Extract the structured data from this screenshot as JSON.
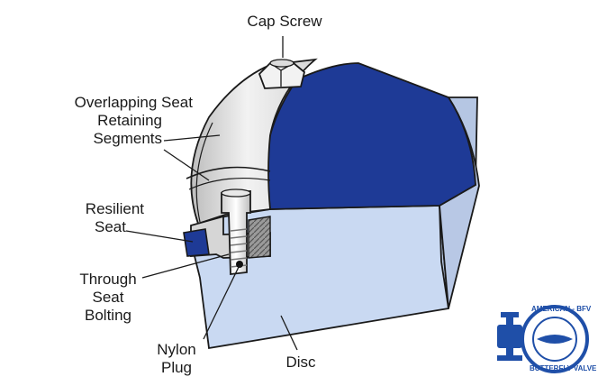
{
  "labels": {
    "cap_screw": "Cap Screw",
    "overlapping_seat": [
      "Overlapping Seat",
      "Retaining",
      "Segments"
    ],
    "resilient_seat": [
      "Resilient",
      "Seat"
    ],
    "through_seat_bolting": [
      "Through",
      "Seat",
      "Bolting"
    ],
    "nylon_plug": [
      "Nylon",
      "Plug"
    ],
    "disc": "Disc"
  },
  "logo": {
    "text_top": "AMERICAN - BFV",
    "text_bottom": "BUTTERFLY VALVE"
  },
  "colors": {
    "disc_light": "#c9d9f2",
    "disc_side": "#b5c6e3",
    "disc_blue": "#1e3a96",
    "metal_light": "#eeeeee",
    "metal_mid": "#cfcfcf",
    "outline": "#1a1a1a",
    "logo_blue": "#1f4fa8"
  }
}
